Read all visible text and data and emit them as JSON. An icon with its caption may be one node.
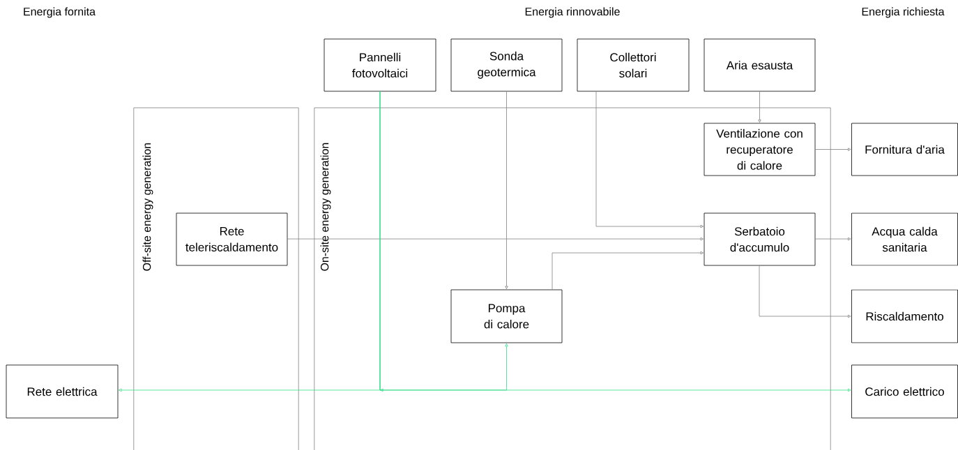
{
  "diagram": {
    "nodes": [
      {
        "text": [
          "Off-site energy generation"
        ]
      },
      {
        "text": [
          "On-site energy generation"
        ]
      },
      {
        "text": [
          "Pannelli fotovoltaici"
        ]
      },
      {
        "text": [
          "Sonda geotermica"
        ]
      },
      {
        "text": [
          "Collettori solari"
        ]
      },
      {
        "text": [
          "Aria esausta"
        ]
      },
      {
        "text": [
          "Ventilazione con recuperatore di calore"
        ],
        "in": 1
      },
      {
        "text": [
          "Rete teleriscaldamento"
        ],
        "in": 0
      },
      {
        "text": [
          "Serbatoio d'accumulo"
        ],
        "in": 1
      },
      {
        "text": [
          "Pompa di calore"
        ],
        "in": 1
      },
      {
        "text": [
          "Rete elettrica"
        ]
      },
      {
        "text": [
          "Fornitura d'aria"
        ]
      },
      {
        "text": [
          "Acqua calda sanitaria"
        ]
      },
      {
        "text": [
          "Riscaldamento"
        ]
      },
      {
        "text": [
          "Carico elettrico"
        ]
      }
    ],
    "edges": [
      {
        "from": 5,
        "to": 6,
        "arrow": "to"
      },
      {
        "from": 6,
        "to": 11,
        "arrow": "to"
      },
      {
        "from": 4,
        "to": 8,
        "arrow": "to"
      },
      {
        "from": 7,
        "to": 8,
        "arrow": "to"
      },
      {
        "from": 3,
        "to": 9,
        "arrow": "to"
      },
      {
        "from": 9,
        "to": 8,
        "arrow": "to"
      },
      {
        "from": 8,
        "to": 12,
        "arrow": "to"
      },
      {
        "from": 8,
        "to": 13,
        "arrow": "to"
      },
      {
        "from": 2,
        "to": 10,
        "arrow": "to",
        "color": "#33dd88"
      },
      {
        "from": 2,
        "to": 14,
        "arrow": "to",
        "color": "#33dd88"
      },
      {
        "from": 2,
        "to": 9,
        "arrow": "to",
        "color": "#33dd88"
      }
    ],
    "labels": [
      "Energia fornita",
      "Energia rinnovabile",
      "Energia richiesta"
    ]
  }
}
